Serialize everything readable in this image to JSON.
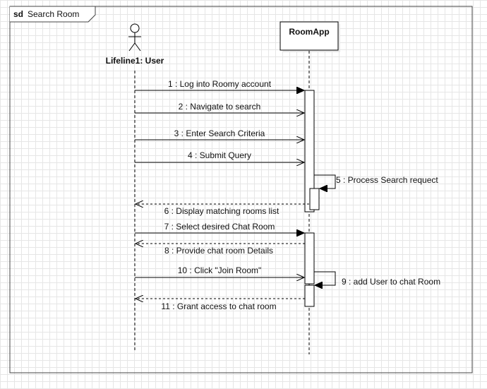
{
  "frame": {
    "keyword": "sd",
    "name": "Search Room"
  },
  "actor": {
    "label": "Lifeline1: User"
  },
  "object": {
    "label": "RoomApp"
  },
  "messages": [
    {
      "label": "1 : Log into Roomy account",
      "kind": "sync"
    },
    {
      "label": "2 : Navigate to search",
      "kind": "async"
    },
    {
      "label": "3 : Enter Search Criteria",
      "kind": "async"
    },
    {
      "label": "4 : Submit Query",
      "kind": "async"
    },
    {
      "label": "5 : Process Search requect",
      "kind": "self"
    },
    {
      "label": "6 : Display matching rooms list",
      "kind": "return"
    },
    {
      "label": "7 : Select desired Chat Room",
      "kind": "sync"
    },
    {
      "label": "8 : Provide chat room Details",
      "kind": "return"
    },
    {
      "label": "10 : Click \"Join Room\"",
      "kind": "async"
    },
    {
      "label": "9 : add User to chat Room",
      "kind": "self"
    },
    {
      "label": "11 : Grant access to chat room",
      "kind": "return"
    }
  ],
  "colors": {
    "line": "#000000",
    "text": "#111111",
    "activation_fill": "#ffffff"
  }
}
